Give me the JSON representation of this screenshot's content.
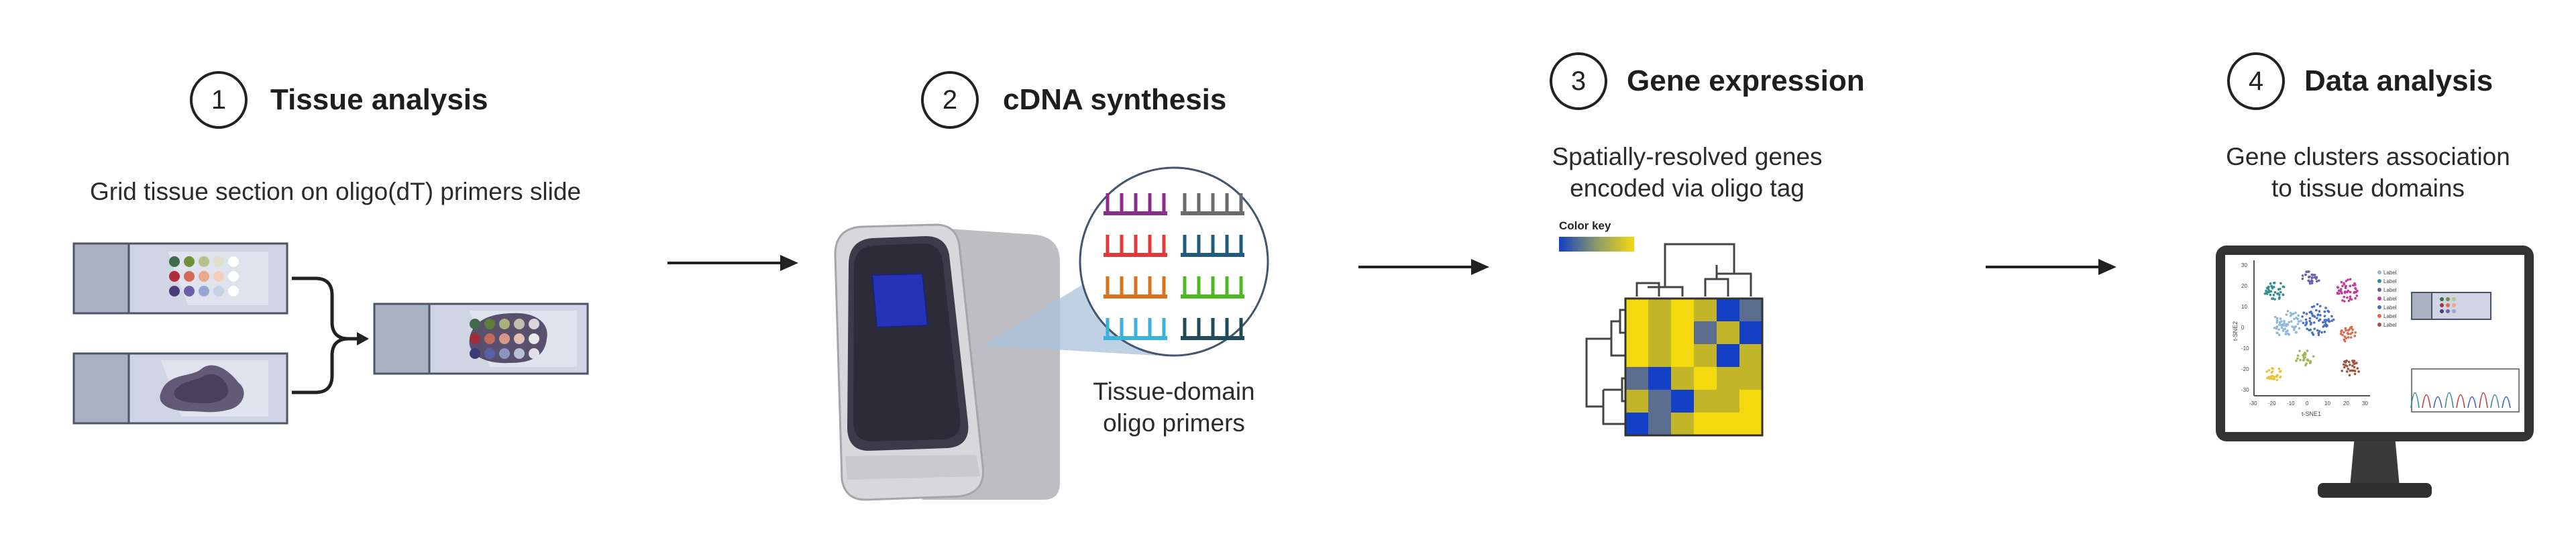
{
  "steps": [
    {
      "number": "1",
      "title": "Tissue analysis",
      "description": "Grid tissue section on oligo(dT) primers slide"
    },
    {
      "number": "2",
      "title": "cDNA synthesis",
      "description_line1": "Tissue-domain",
      "description_line2": "oligo primers"
    },
    {
      "number": "3",
      "title": "Gene expression",
      "description_line1": "Spatially-resolved genes",
      "description_line2": "encoded via oligo tag",
      "color_key": "Color key"
    },
    {
      "number": "4",
      "title": "Data analysis",
      "description_line1": "Gene clusters association",
      "description_line2": "to tissue domains"
    }
  ],
  "monitor": {
    "legend_entries": [
      "Label",
      "Label",
      "Label",
      "Label",
      "Label",
      "Label",
      "Label"
    ],
    "y_axis_label": "t-SNE2",
    "x_axis_label": "t-SNE1",
    "x_ticks": [
      "-30",
      "-20",
      "-10",
      "0",
      "10",
      "20",
      "30"
    ],
    "y_ticks": [
      "30",
      "20",
      "10",
      "0",
      "-10",
      "-20",
      "-30"
    ]
  },
  "colors": {
    "heat_yellow": "#f5d90f",
    "heat_olive": "#c2b52a",
    "heat_blue": "#1340c4",
    "heat_slate": "#5b6e8f",
    "primer_purple": "#8a2c8c",
    "primer_gray": "#6b6b6b",
    "primer_red": "#e23a3a",
    "primer_teal": "#1f5d7a",
    "primer_orange": "#d9731f",
    "primer_green": "#4fb826",
    "primer_sky": "#39b3dc",
    "primer_dark": "#1d4b57"
  }
}
